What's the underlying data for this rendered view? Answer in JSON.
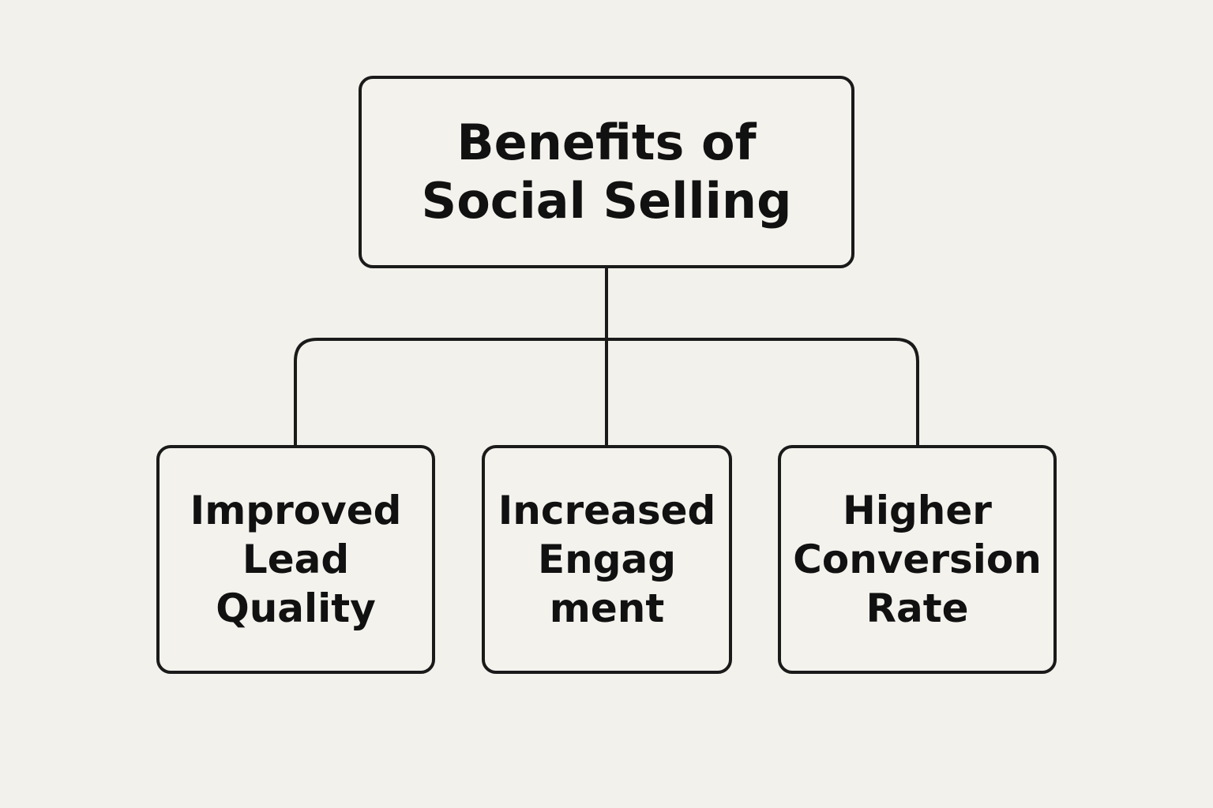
{
  "root": {
    "lines": [
      "Benefits of",
      "Social Selling"
    ]
  },
  "children": [
    {
      "lines": [
        "Improved",
        "Lead",
        "Quality"
      ]
    },
    {
      "lines": [
        "Increased",
        "Engag",
        "ment"
      ]
    },
    {
      "lines": [
        "Higher",
        "Conversion",
        "Rate"
      ]
    }
  ],
  "colors": {
    "background": "#f3f1ec",
    "stroke": "#1a1a1a",
    "text": "#111111"
  }
}
